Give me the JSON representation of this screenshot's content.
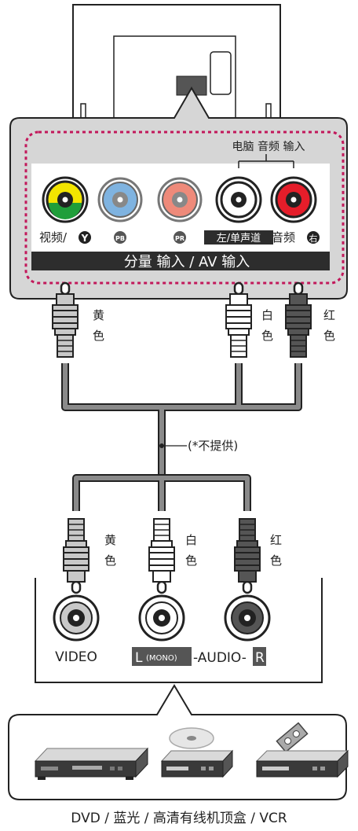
{
  "panel": {
    "pc_audio_label": "电脑 音频  输入",
    "video_label": "视频/",
    "y_badge": "Y",
    "pb_badge": "PB",
    "pr_badge": "PR",
    "left_mono_label": "左/单声道",
    "audio_label": "音频",
    "right_badge": "右",
    "bar_label": "分量 输入 / AV 输入"
  },
  "cables": {
    "yellow": [
      "黄",
      "色"
    ],
    "white": [
      "白",
      "色"
    ],
    "red": [
      "红",
      "色"
    ],
    "not_provided": "(*不提供)"
  },
  "device_panel": {
    "video_label": "VIDEO",
    "l_label": "L",
    "mono_label": "(MONO)",
    "audio_label": "-AUDIO-",
    "r_label": "R"
  },
  "footer": {
    "caption": "DVD / 蓝光 / 高清有线机顶盒 / VCR"
  },
  "colors": {
    "yellow": "#f3e500",
    "green": "#1f9e3a",
    "blue": "#7fb3e0",
    "coral": "#ee8a7a",
    "red": "#e51d2a",
    "dark_bar": "#2d2d2d",
    "dash": "#c2185b",
    "panel_gray": "#d6d6d6"
  }
}
